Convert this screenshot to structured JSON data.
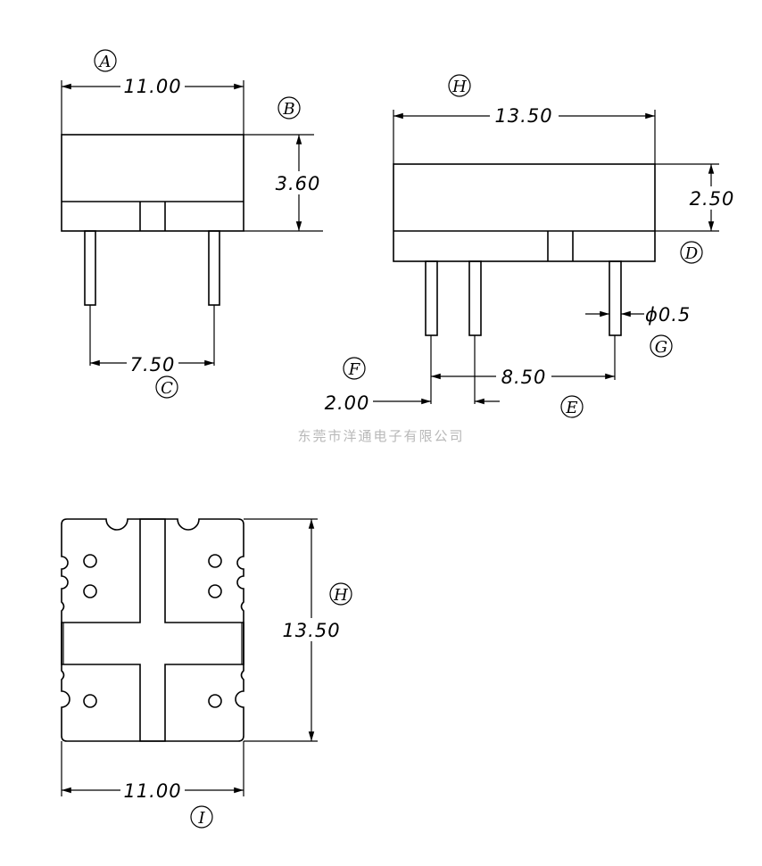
{
  "watermark": "东莞市洋通电子有限公司",
  "labels": {
    "A": "A",
    "B": "B",
    "C": "C",
    "D": "D",
    "E": "E",
    "F": "F",
    "G": "G",
    "H": "H",
    "I": "I"
  },
  "dimensions": {
    "front_width": "11.00",
    "front_height": "3.60",
    "front_pin_pitch": "7.50",
    "side_length": "13.50",
    "side_height": "2.50",
    "pin_diameter": "ϕ0.5",
    "side_pin_pitch": "8.50",
    "side_pin_offset": "2.00",
    "bottom_length": "13.50",
    "bottom_width": "11.00"
  }
}
